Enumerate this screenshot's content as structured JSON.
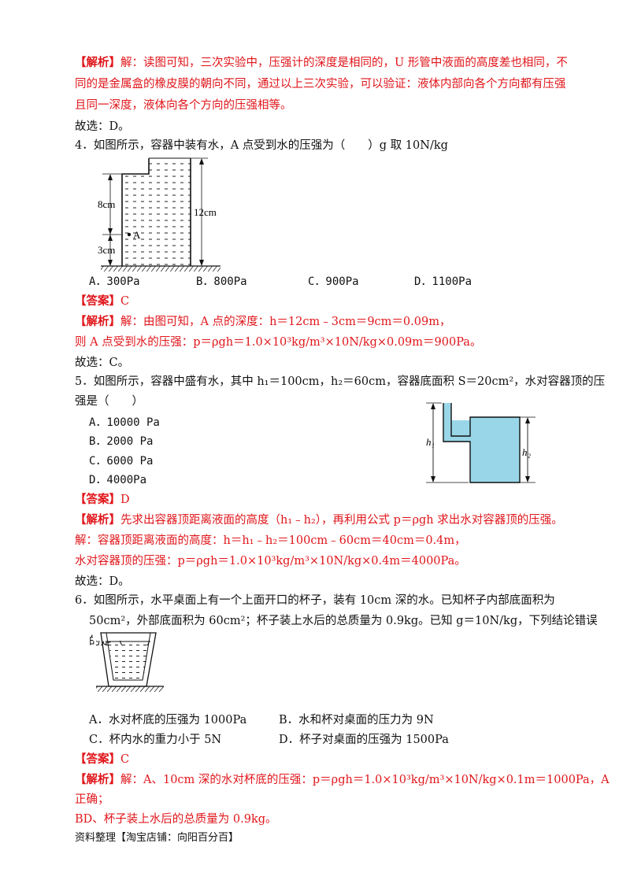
{
  "colors": {
    "red": "#e0161b",
    "black": "#111111",
    "water": "#99d7e8"
  },
  "q3_analysis": {
    "tag": "【解析】",
    "line1": "解：读图可知，三次实验中，压强计的深度是相同的，U 形管中液面的高度差也相同，不",
    "line2": "同的是金属盒的橡皮膜的朝向不同，通过以上三次实验，可以验证：液体内部向各个方向都有压强",
    "line3": "且同一深度，液体向各个方向的压强相等。",
    "choice": "故选：D。"
  },
  "q4": {
    "stem": "4．如图所示，容器中装有水，A 点受到水的压强为（　　）g 取 10N/kg",
    "figure": {
      "label_8": "8cm",
      "label_3": "3cm",
      "label_12": "12cm",
      "label_a": "A"
    },
    "options": [
      "A．300Pa",
      "B．800Pa",
      "C．900Pa",
      "D．1100Pa"
    ],
    "answer_tag": "【答案】",
    "answer": "C",
    "analysis_tag": "【解析】",
    "analysis1": "解：由图可知，A 点的深度：h＝12cm﹣3cm＝9cm＝0.09m，",
    "analysis2": "则 A 点受到水的压强：p＝ρgh＝1.0×10³kg/m³×10N/kg×0.09m＝900Pa。",
    "choice": "故选：C。"
  },
  "q5": {
    "stem1": "5．如图所示，容器中盛有水，其中 h₁＝100cm，h₂＝60cm，容器底面积 S＝20cm²，水对容器顶的压",
    "stem2": "强是（　　）",
    "figure": {
      "label_h1": "h₁",
      "label_h2": "h₂"
    },
    "options": [
      "A．10000 Pa",
      "B．2000 Pa",
      "C．6000 Pa",
      "D．4000Pa"
    ],
    "answer_tag": "【答案】",
    "answer": "D",
    "analysis_tag": "【解析】",
    "analysis1": "先求出容器顶距离液面的高度（h₁﹣h₂），再利用公式 p＝ρgh 求出水对容器顶的压强。",
    "analysis2": "解：容器顶距离液面的高度：h＝h₁﹣h₂＝100cm﹣60cm＝40cm＝0.4m，",
    "analysis3": "水对容器顶的压强：p＝ρgh＝1.0×10³kg/m³×10N/kg×0.4m＝4000Pa。",
    "choice": "故选：D。"
  },
  "q6": {
    "stem1": "6．如图所示，水平桌面上有一个上面开口的杯子，装有 10cm 深的水。已知杯子内部底面积为",
    "stem2": "50cm²，外部底面积为 60cm²；杯子装上水后的总质量为 0.9kg。已知 g＝10N/kg，下列结论错误",
    "stem3": "的是（　　）",
    "options": [
      "A．水对杯底的压强为 1000Pa",
      "B．水和杯对桌面的压力为 9N",
      "C．杯内水的重力小于 5N",
      "D．杯子对桌面的压强为 1500Pa"
    ],
    "answer_tag": "【答案】",
    "answer": "C",
    "analysis_tag": "【解析】",
    "analysis1": "解：A、10cm 深的水对杯底的压强：p＝ρgh＝1.0×10³kg/m³×10N/kg×0.1m＝1000Pa，A",
    "analysis2": "正确；",
    "analysis3": "BD、杯子装上水后的总质量为 0.9kg。"
  },
  "footer": "资料整理【淘宝店铺：向阳百分百】"
}
